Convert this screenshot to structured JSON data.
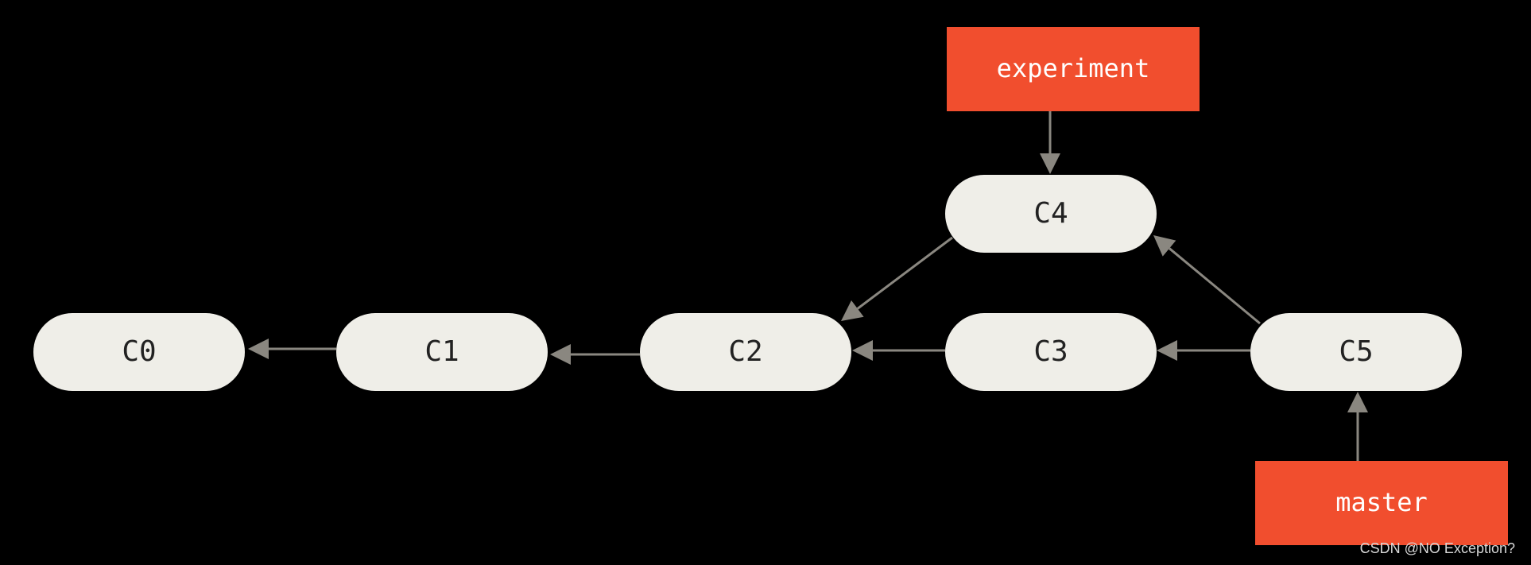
{
  "colors": {
    "background": "#000000",
    "commit_fill": "#efeee8",
    "commit_text": "#222222",
    "branch_fill": "#f14e2e",
    "branch_text": "#ffffff",
    "arrow": "#8a8780"
  },
  "commits": [
    {
      "id": "C0",
      "label": "C0"
    },
    {
      "id": "C1",
      "label": "C1"
    },
    {
      "id": "C2",
      "label": "C2"
    },
    {
      "id": "C3",
      "label": "C3"
    },
    {
      "id": "C4",
      "label": "C4"
    },
    {
      "id": "C5",
      "label": "C5"
    }
  ],
  "branches": [
    {
      "id": "experiment",
      "label": "experiment",
      "points_to": "C4"
    },
    {
      "id": "master",
      "label": "master",
      "points_to": "C5"
    }
  ],
  "edges": [
    {
      "from": "C1",
      "to": "C0"
    },
    {
      "from": "C2",
      "to": "C1"
    },
    {
      "from": "C3",
      "to": "C2"
    },
    {
      "from": "C4",
      "to": "C2"
    },
    {
      "from": "C5",
      "to": "C3"
    },
    {
      "from": "C5",
      "to": "C4"
    }
  ],
  "watermark": "CSDN @NO Exception?"
}
